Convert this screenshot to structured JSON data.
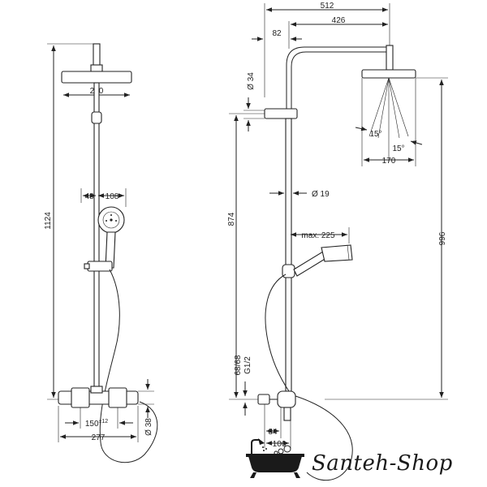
{
  "dimensions": {
    "front": {
      "height_total": "1124",
      "head_diameter": "230",
      "hand_offset": "48",
      "hand_diameter": "108",
      "mixer_centers": "150",
      "mixer_tolerance": "±12",
      "mixer_width": "277",
      "pipe_diameter": "Ø 38"
    },
    "side": {
      "arm_total": "512",
      "arm_reach": "426",
      "wall_offset": "82",
      "pipe_top_diameter": "Ø 34",
      "pipe_diameter": "Ø 19",
      "rail_height": "874",
      "head_height": "996",
      "hand_reach": "max. 225",
      "angle_left": "15°",
      "angle_right": "15°",
      "head_diameter": "170",
      "inlet_height": "68/68",
      "inlet_thread": "G1/2",
      "mixer_depth": "84",
      "mixer_depth_total": "106"
    }
  },
  "watermark": {
    "text": "Santeh-Shop"
  }
}
